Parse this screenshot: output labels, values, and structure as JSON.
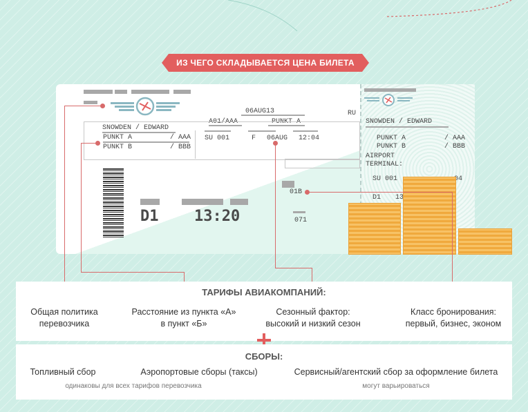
{
  "banner": {
    "title": "ИЗ ЧЕГО СКЛАДЫВАЕТСЯ ЦЕНА БИЛЕТА"
  },
  "ticket": {
    "date_top": "06AUG13",
    "route_code": "A01/AAA",
    "dest_top": "PUNKT A",
    "lang": "RU",
    "passenger": "SNOWDEN / EDWARD",
    "from_city": "PUNKT A",
    "from_code": "/ AAA",
    "to_city": "PUNKT B",
    "to_code": "/ BBB",
    "flight": "SU 001",
    "class": "F",
    "date": "06AUG",
    "time_small": "12:04",
    "seat": "01B",
    "gate": "D1",
    "boarding_time": "13:20",
    "seq": "071"
  },
  "stub": {
    "passenger": "SNOWDEN / EDWARD",
    "from_city": "PUNKT A",
    "from_code": "/ AAA",
    "to_city": "PUNKT B",
    "to_code": "/ BBB",
    "airport_label": "AIRPORT",
    "terminal_label": "TERMINAL:",
    "flight": "SU 001",
    "flight_suffix": "04",
    "gate": "D1",
    "time_partial": "13"
  },
  "airline_tariffs": {
    "title": "ТАРИФЫ АВИАКОМПАНИЙ:",
    "items": [
      {
        "line1": "Общая политика",
        "line2": "перевозчика"
      },
      {
        "line1": "Расстояние из пункта «А»",
        "line2": "в пункт «Б»"
      },
      {
        "line1": "Сезонный фактор:",
        "line2": "высокий и низкий сезон"
      },
      {
        "line1": "Класс бронирования:",
        "line2": "первый, бизнес, эконом"
      }
    ]
  },
  "fees": {
    "title": "СБОРЫ:",
    "items": [
      "Топливный сбор",
      "Аэропортовые сборы (таксы)",
      "Сервисный/агентский сбор за оформление билета"
    ],
    "note_left": "одинаковы для всех тарифов перевозчика",
    "note_right": "могут варьироваться"
  },
  "colors": {
    "accent": "#e25e5e",
    "background": "#cfeee6",
    "gold": "#f0a93d"
  }
}
